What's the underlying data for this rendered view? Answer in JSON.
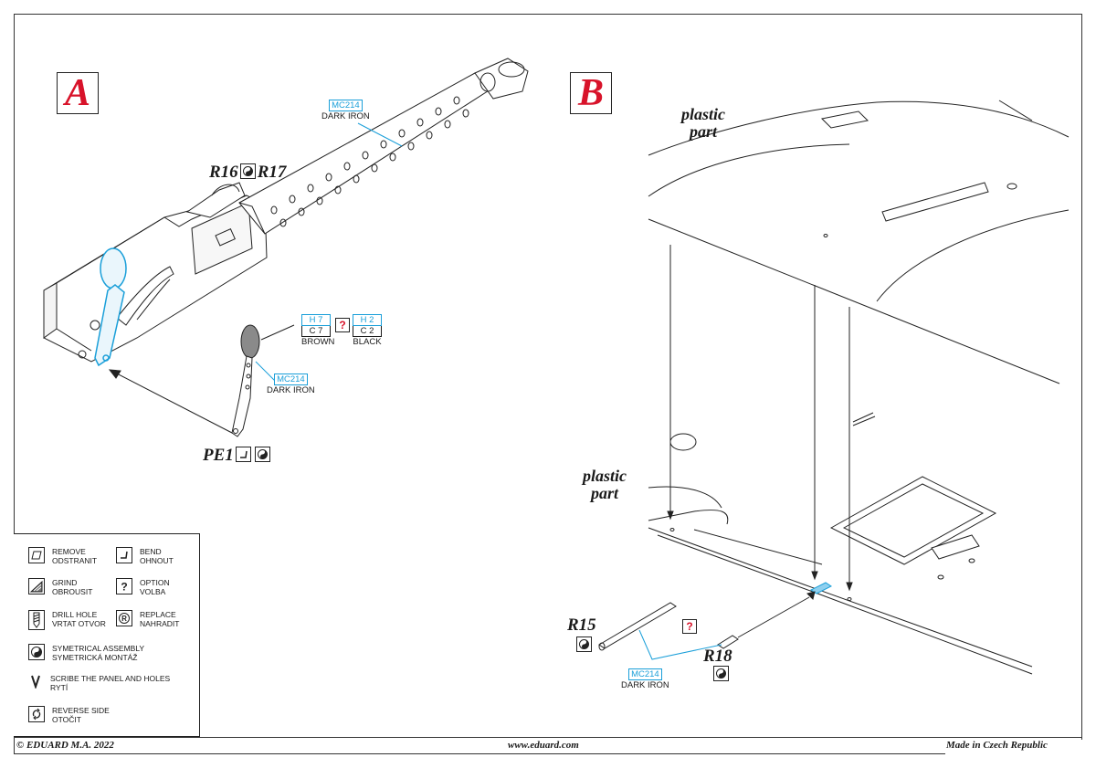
{
  "steps": {
    "a": "A",
    "b": "B"
  },
  "step_a": {
    "label_r16": "R16",
    "label_r17": "R17",
    "label_pe1": "PE1",
    "barrel_paint": {
      "code": "MC214",
      "name": "DARK IRON"
    },
    "part_paint": {
      "code": "MC214",
      "name": "DARK IRON"
    },
    "color_option_1": {
      "top": "H 7",
      "bottom": "C 7",
      "name": "BROWN"
    },
    "color_option_2": {
      "top": "H 2",
      "bottom": "C 2",
      "name": "BLACK"
    },
    "option_mark": "?"
  },
  "step_b": {
    "plastic_part_top": [
      "plastic",
      "part"
    ],
    "plastic_part_mid": [
      "plastic",
      "part"
    ],
    "label_r15": "R15",
    "label_r18": "R18",
    "rod_paint": {
      "code": "MC214",
      "name": "DARK IRON"
    },
    "option_mark": "?"
  },
  "legend": {
    "items": [
      {
        "icon": "remove-icon",
        "lines": [
          "REMOVE",
          "ODSTRANIT"
        ]
      },
      {
        "icon": "bend-icon",
        "lines": [
          "BEND",
          "OHNOUT"
        ]
      },
      {
        "icon": "grind-icon",
        "lines": [
          "GRIND",
          "OBROUSIT"
        ]
      },
      {
        "icon": "option-icon",
        "lines": [
          "OPTION",
          "VOLBA"
        ]
      },
      {
        "icon": "drill-hole-icon",
        "lines": [
          "DRILL HOLE",
          "VRTAT OTVOR"
        ]
      },
      {
        "icon": "replace-icon",
        "lines": [
          "REPLACE",
          "NAHRADIT"
        ]
      },
      {
        "icon": "symmetrical-assembly-icon",
        "lines": [
          "SYMETRICAL ASSEMBLY",
          "SYMETRICKÁ MONTÁŽ"
        ]
      },
      {
        "icon": "scribe-icon",
        "lines": [
          "SCRIBE THE PANEL AND HOLES",
          "RYTÍ"
        ]
      },
      {
        "icon": "reverse-side-icon",
        "lines": [
          "REVERSE SIDE",
          "OTOČIT"
        ]
      }
    ]
  },
  "footer": {
    "copyright": "© EDUARD  M.A. 2022",
    "website": "www.eduard.com",
    "origin": "Made in Czech Republic"
  },
  "colors": {
    "accent_red": "#d8132a",
    "paint_blue": "#1a9fd9",
    "line": "#1a1a1a"
  }
}
